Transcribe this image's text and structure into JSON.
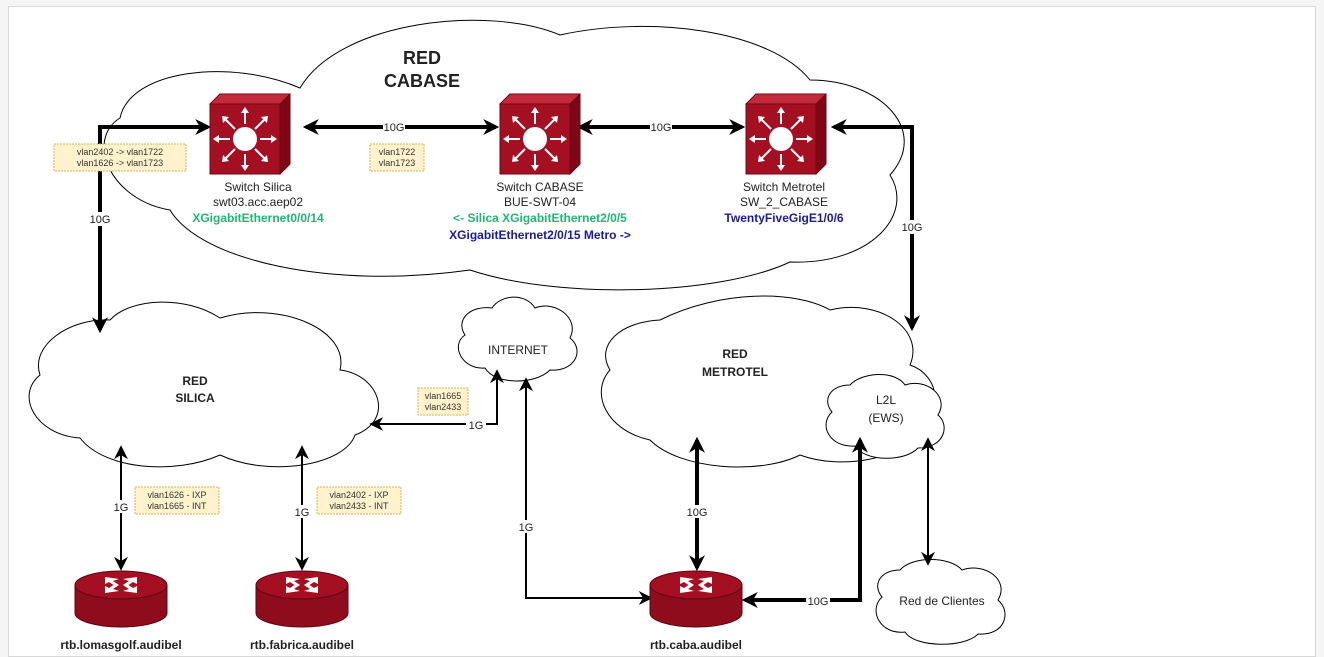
{
  "clouds": {
    "cabase": {
      "line1": "RED",
      "line2": "CABASE"
    },
    "silica": {
      "line1": "RED",
      "line2": "SILICA"
    },
    "internet": {
      "label": "INTERNET"
    },
    "metrotel": {
      "line1": "RED",
      "line2": "METROTEL"
    },
    "l2l": {
      "line1": "L2L",
      "line2": "(EWS)"
    },
    "clientes": {
      "label": "Red de Clientes"
    }
  },
  "switches": {
    "silica": {
      "name": "Switch Silica",
      "host": "swt03.acc.aep02",
      "port": "XGigabitEthernet0/0/14"
    },
    "cabase": {
      "name": "Switch CABASE",
      "host": "BUE-SWT-04",
      "port1": "<- Silica XGigabitEthernet2/0/5",
      "port2": "XGigabitEthernet2/0/15 Metro ->"
    },
    "metrotel": {
      "name": "Switch Metrotel",
      "host": "SW_2_CABASE",
      "port": "TwentyFiveGigE1/0/6"
    }
  },
  "routers": {
    "lomasgolf": "rtb.lomasgolf.audibel",
    "fabrica": "rtb.fabrica.audibel",
    "caba": "rtb.caba.audibel"
  },
  "links": {
    "silica_cabase": "10G",
    "cabase_metrotel": "10G",
    "silica_switch_red": "10G",
    "metrotel_switch_red": "10G",
    "internet_silica": "1G",
    "silica_lomasgolf": "1G",
    "silica_fabrica": "1G",
    "internet_caba": "1G",
    "metrotel_caba": "10G",
    "caba_l2l": "10G"
  },
  "notes": {
    "vlan_map": [
      "vlan2402 -> vlan1722",
      "vlan1626 -> vlan1723"
    ],
    "cabase_vlans": [
      "vlan1722",
      "vlan1723"
    ],
    "internet_vlans": [
      "vlan1665",
      "vlan2433"
    ],
    "lomasgolf_vlans": [
      "vlan1626 - IXP",
      "vlan1665 - INT"
    ],
    "fabrica_vlans": [
      "vlan2402 - IXP",
      "vlan2433 - INT"
    ]
  },
  "colors": {
    "green_port": "#22b573",
    "blue_port": "#1a1aa6",
    "device_red": "#a50f22",
    "note_fill": "#fff2cc",
    "note_stroke": "#d6b656"
  }
}
